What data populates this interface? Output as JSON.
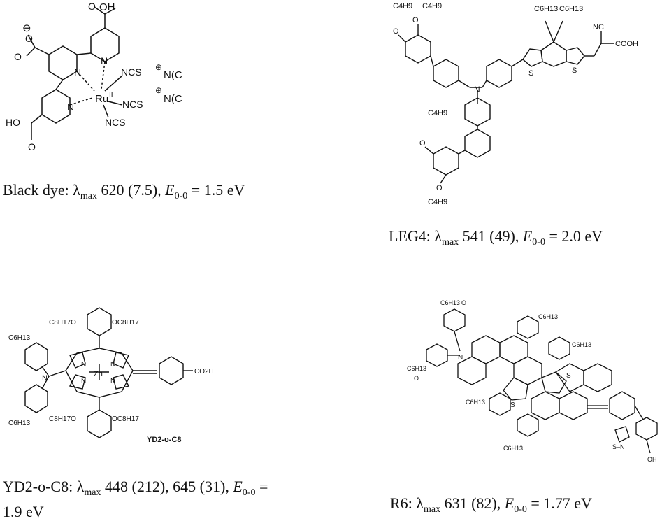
{
  "panels": {
    "black_dye": {
      "name": "Black dye",
      "lambda_sub": "max",
      "lambda_text": "620 (7.5)",
      "e_sub": "0-0",
      "e_text": "= 1.5 eV",
      "atoms": {
        "cooh_top": "OH",
        "o_top": "O",
        "o_minus": "⊖",
        "o_left": "O",
        "o_left2": "O",
        "n1": "N",
        "n2": "N",
        "n3": "N",
        "ho": "HO",
        "o_bot": "O",
        "ncs1": "NCS",
        "ncs2": "NCS",
        "ncs3": "NCS",
        "ru": "Ru",
        "ru_ox": "II",
        "cation1": "N(C",
        "cation2": "N(C",
        "plus": "⊕"
      }
    },
    "leg4": {
      "name": "LEG4",
      "lambda_sub": "max",
      "lambda_text": "541 (49)",
      "e_sub": "0-0",
      "e_text": "= 2.0 eV",
      "atoms": {
        "c4h9": "C4H9",
        "o": "O",
        "n": "N",
        "s": "S",
        "c6h13": "C6H13",
        "nc": "NC",
        "cooh": "COOH"
      }
    },
    "yd2": {
      "name": "YD2-o-C8",
      "label": "YD2-o-C8",
      "lambda_sub": "max",
      "lambda_text": "448 (212), 645 (31),",
      "e_sub": "0-0",
      "e_text": "=",
      "e_value": "1.9 eV",
      "atoms": {
        "c6h13": "C6H13",
        "oc8h17": "OC8H17",
        "c8h17o": "C8H17O",
        "n": "N",
        "zn": "Zn",
        "co2h": "CO2H"
      }
    },
    "r6": {
      "name": "R6",
      "lambda_sub": "max",
      "lambda_text": "631 (82)",
      "e_sub": "0-0",
      "e_text": "= 1.77 eV",
      "atoms": {
        "c6h13": "C6H13",
        "o": "O",
        "n": "N",
        "s": "S",
        "sn": "S–N",
        "oh": "OH"
      }
    }
  },
  "symbols": {
    "lambda": "λ",
    "e": "E",
    "colon": ":"
  }
}
